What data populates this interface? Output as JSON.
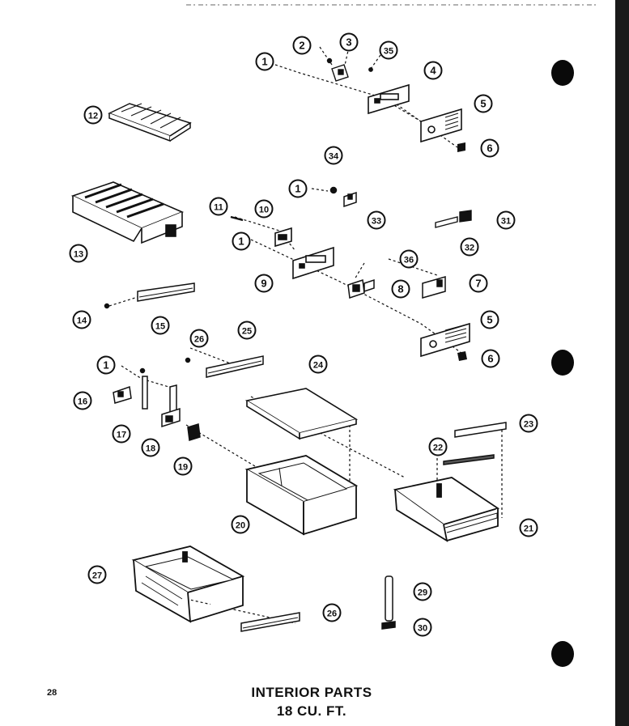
{
  "page_number": "28",
  "title_line1": "INTERIOR  PARTS",
  "title_line2": "18  CU.  FT.",
  "callouts": [
    {
      "id": "c1a",
      "label": "1"
    },
    {
      "id": "c2",
      "label": "2"
    },
    {
      "id": "c3",
      "label": "3"
    },
    {
      "id": "c35",
      "label": "35"
    },
    {
      "id": "c4",
      "label": "4"
    },
    {
      "id": "c5a",
      "label": "5"
    },
    {
      "id": "c6a",
      "label": "6"
    },
    {
      "id": "c12",
      "label": "12"
    },
    {
      "id": "c34",
      "label": "34"
    },
    {
      "id": "c1b",
      "label": "1"
    },
    {
      "id": "c33",
      "label": "33"
    },
    {
      "id": "c11",
      "label": "11"
    },
    {
      "id": "c10",
      "label": "10"
    },
    {
      "id": "c31",
      "label": "31"
    },
    {
      "id": "c32",
      "label": "32"
    },
    {
      "id": "c13",
      "label": "13"
    },
    {
      "id": "c1c",
      "label": "1"
    },
    {
      "id": "c36",
      "label": "36"
    },
    {
      "id": "c9",
      "label": "9"
    },
    {
      "id": "c8",
      "label": "8"
    },
    {
      "id": "c7",
      "label": "7"
    },
    {
      "id": "c14",
      "label": "14"
    },
    {
      "id": "c15",
      "label": "15"
    },
    {
      "id": "c5b",
      "label": "5"
    },
    {
      "id": "c26a",
      "label": "26"
    },
    {
      "id": "c25",
      "label": "25"
    },
    {
      "id": "c6b",
      "label": "6"
    },
    {
      "id": "c1d",
      "label": "1"
    },
    {
      "id": "c24",
      "label": "24"
    },
    {
      "id": "c16",
      "label": "16"
    },
    {
      "id": "c17",
      "label": "17"
    },
    {
      "id": "c18",
      "label": "18"
    },
    {
      "id": "c23",
      "label": "23"
    },
    {
      "id": "c22",
      "label": "22"
    },
    {
      "id": "c19",
      "label": "19"
    },
    {
      "id": "c20",
      "label": "20"
    },
    {
      "id": "c21",
      "label": "21"
    },
    {
      "id": "c27",
      "label": "27"
    },
    {
      "id": "c29",
      "label": "29"
    },
    {
      "id": "c26b",
      "label": "26"
    },
    {
      "id": "c30",
      "label": "30"
    }
  ]
}
